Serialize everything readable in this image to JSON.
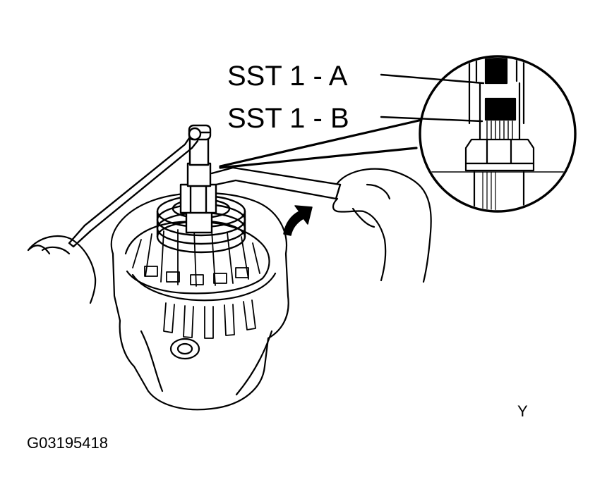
{
  "labels": {
    "sst_1a": "SST 1 - A",
    "sst_1b": "SST 1 - B",
    "corner_mark": "Y",
    "figure_id": "G03195418"
  },
  "colors": {
    "ink": "#000000",
    "paper": "#ffffff"
  },
  "icons": {
    "rotation_arrow": "curved-arrow-icon"
  }
}
